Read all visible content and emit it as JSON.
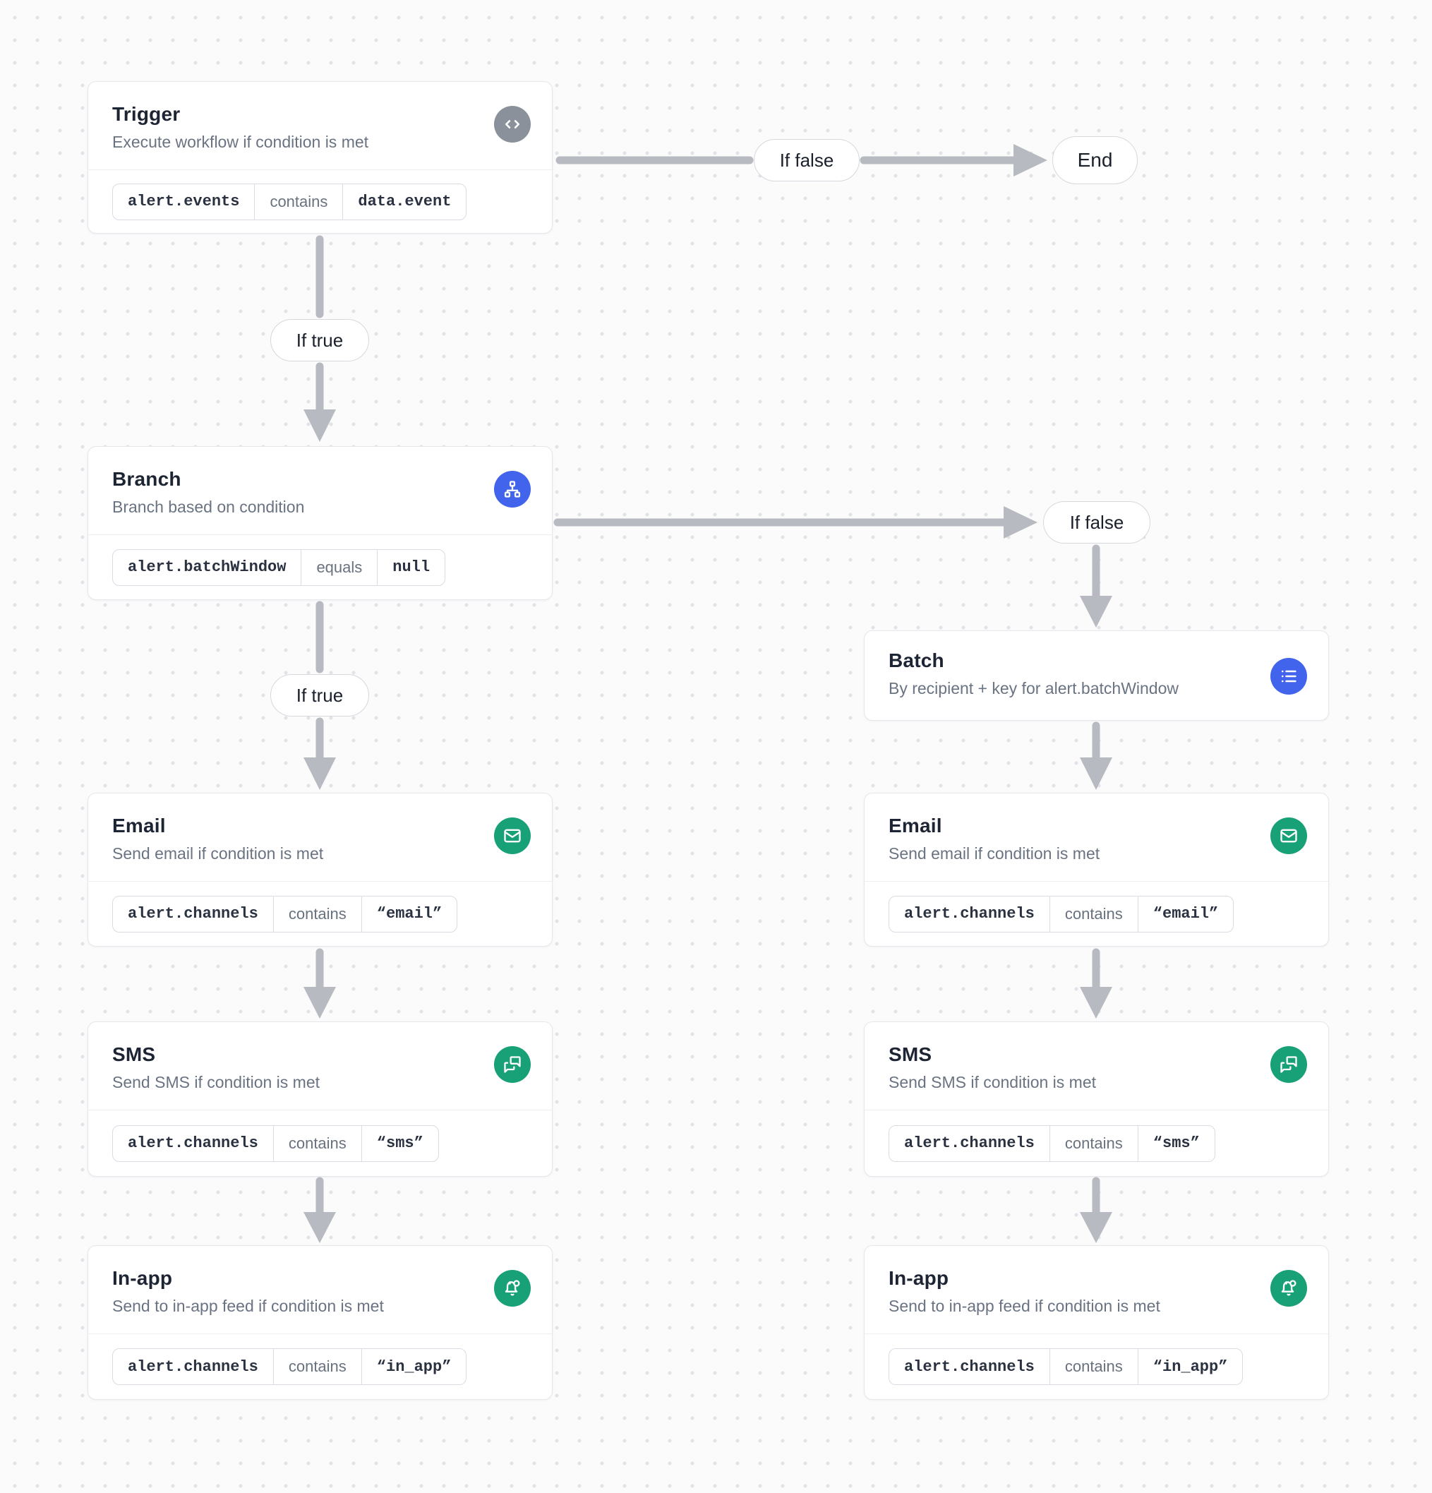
{
  "colors": {
    "accent_blue": "#4263eb",
    "accent_green": "#18a077",
    "accent_gray": "#8b919a",
    "arrow": "#b7bac0",
    "card_border": "#e5e7eb",
    "canvas_bg": "#fbfbfc",
    "dot": "#e2e3e7"
  },
  "labels": {
    "if_true_1": "If true",
    "if_true_2": "If true",
    "if_false_top": "If false",
    "if_false_branch": "If false",
    "end": "End"
  },
  "nodes": {
    "trigger": {
      "title": "Trigger",
      "subtitle": "Execute workflow if condition is met",
      "icon": "code-icon",
      "condition": {
        "field": "alert.events",
        "operator": "contains",
        "value": "data.event"
      }
    },
    "branch": {
      "title": "Branch",
      "subtitle": "Branch based on condition",
      "icon": "hierarchy-icon",
      "condition": {
        "field": "alert.batchWindow",
        "operator": "equals",
        "value": "null"
      }
    },
    "batch": {
      "title": "Batch",
      "subtitle": "By recipient + key for alert.batchWindow",
      "icon": "list-icon"
    },
    "email_true": {
      "title": "Email",
      "subtitle": "Send email if condition is met",
      "icon": "envelope-icon",
      "condition": {
        "field": "alert.channels",
        "operator": "contains",
        "value": "“email”"
      }
    },
    "sms_true": {
      "title": "SMS",
      "subtitle": "Send SMS if condition is met",
      "icon": "messages-icon",
      "condition": {
        "field": "alert.channels",
        "operator": "contains",
        "value": "“sms”"
      }
    },
    "inapp_true": {
      "title": "In-app",
      "subtitle": "Send to in-app feed if condition is met",
      "icon": "bell-icon",
      "condition": {
        "field": "alert.channels",
        "operator": "contains",
        "value": "“in_app”"
      }
    },
    "email_false": {
      "title": "Email",
      "subtitle": "Send email if condition is met",
      "icon": "envelope-icon",
      "condition": {
        "field": "alert.channels",
        "operator": "contains",
        "value": "“email”"
      }
    },
    "sms_false": {
      "title": "SMS",
      "subtitle": "Send SMS if condition is met",
      "icon": "messages-icon",
      "condition": {
        "field": "alert.channels",
        "operator": "contains",
        "value": "“sms”"
      }
    },
    "inapp_false": {
      "title": "In-app",
      "subtitle": "Send to in-app feed if condition is met",
      "icon": "bell-icon",
      "condition": {
        "field": "alert.channels",
        "operator": "contains",
        "value": "“in_app”"
      }
    }
  }
}
